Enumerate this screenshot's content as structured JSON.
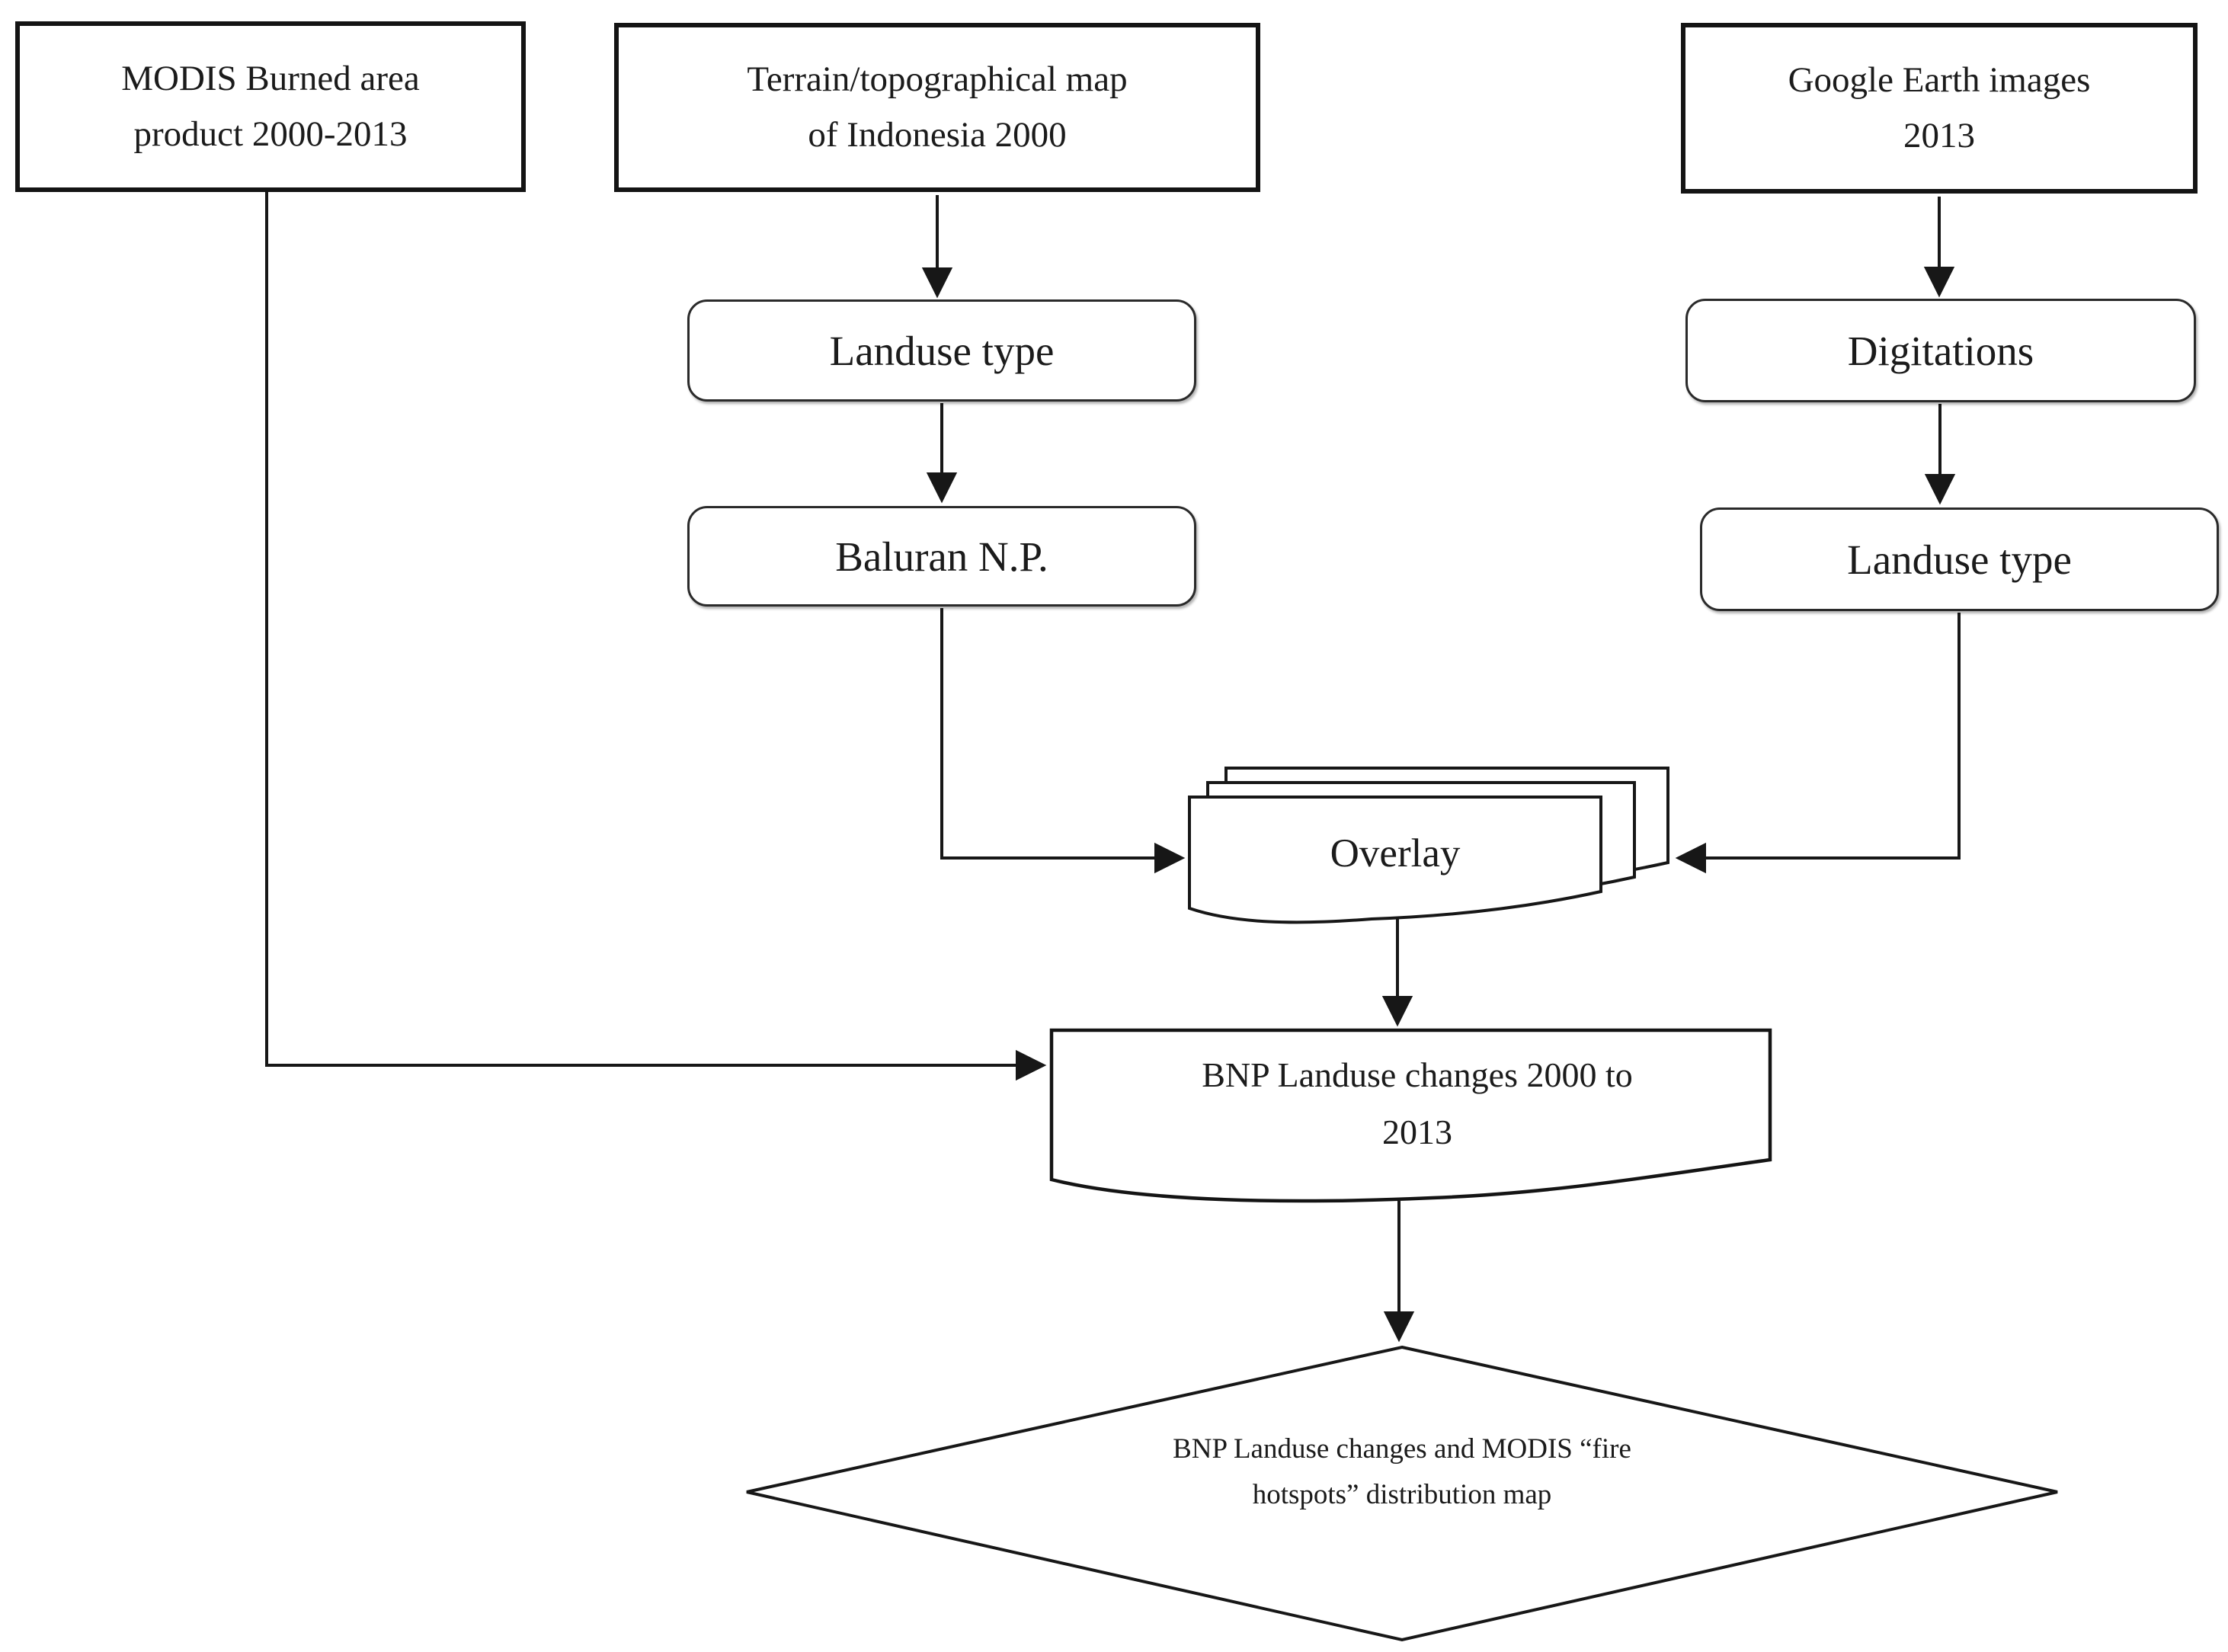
{
  "colors": {
    "stroke": "#171717",
    "node_fill": "#ffffff",
    "text": "#1b1b1b",
    "background": "#ffffff"
  },
  "nodes": {
    "modis": {
      "lines": [
        "MODIS Burned area",
        "product 2000-2013"
      ]
    },
    "terrain": {
      "lines": [
        "Terrain/topographical map",
        "of Indonesia 2000"
      ]
    },
    "google": {
      "lines": [
        "Google Earth images",
        "2013"
      ]
    },
    "landuse_mid": {
      "label": "Landuse type"
    },
    "baluran": {
      "label": "Baluran N.P."
    },
    "digitations": {
      "label": "Digitations"
    },
    "landuse_right": {
      "label": "Landuse type"
    },
    "overlay": {
      "label": "Overlay"
    },
    "bnp_changes": {
      "lines": [
        "BNP Landuse changes 2000 to",
        "2013"
      ]
    },
    "output_map": {
      "lines": [
        "BNP Landuse changes and MODIS “fire",
        "hotspots” distribution map"
      ]
    }
  },
  "edges": [
    {
      "from": "terrain",
      "to": "landuse_mid"
    },
    {
      "from": "google",
      "to": "digitations"
    },
    {
      "from": "landuse_mid",
      "to": "baluran"
    },
    {
      "from": "digitations",
      "to": "landuse_right"
    },
    {
      "from": "baluran",
      "to": "overlay"
    },
    {
      "from": "landuse_right",
      "to": "overlay"
    },
    {
      "from": "overlay",
      "to": "bnp_changes"
    },
    {
      "from": "modis",
      "to": "bnp_changes"
    },
    {
      "from": "bnp_changes",
      "to": "output_map"
    }
  ]
}
